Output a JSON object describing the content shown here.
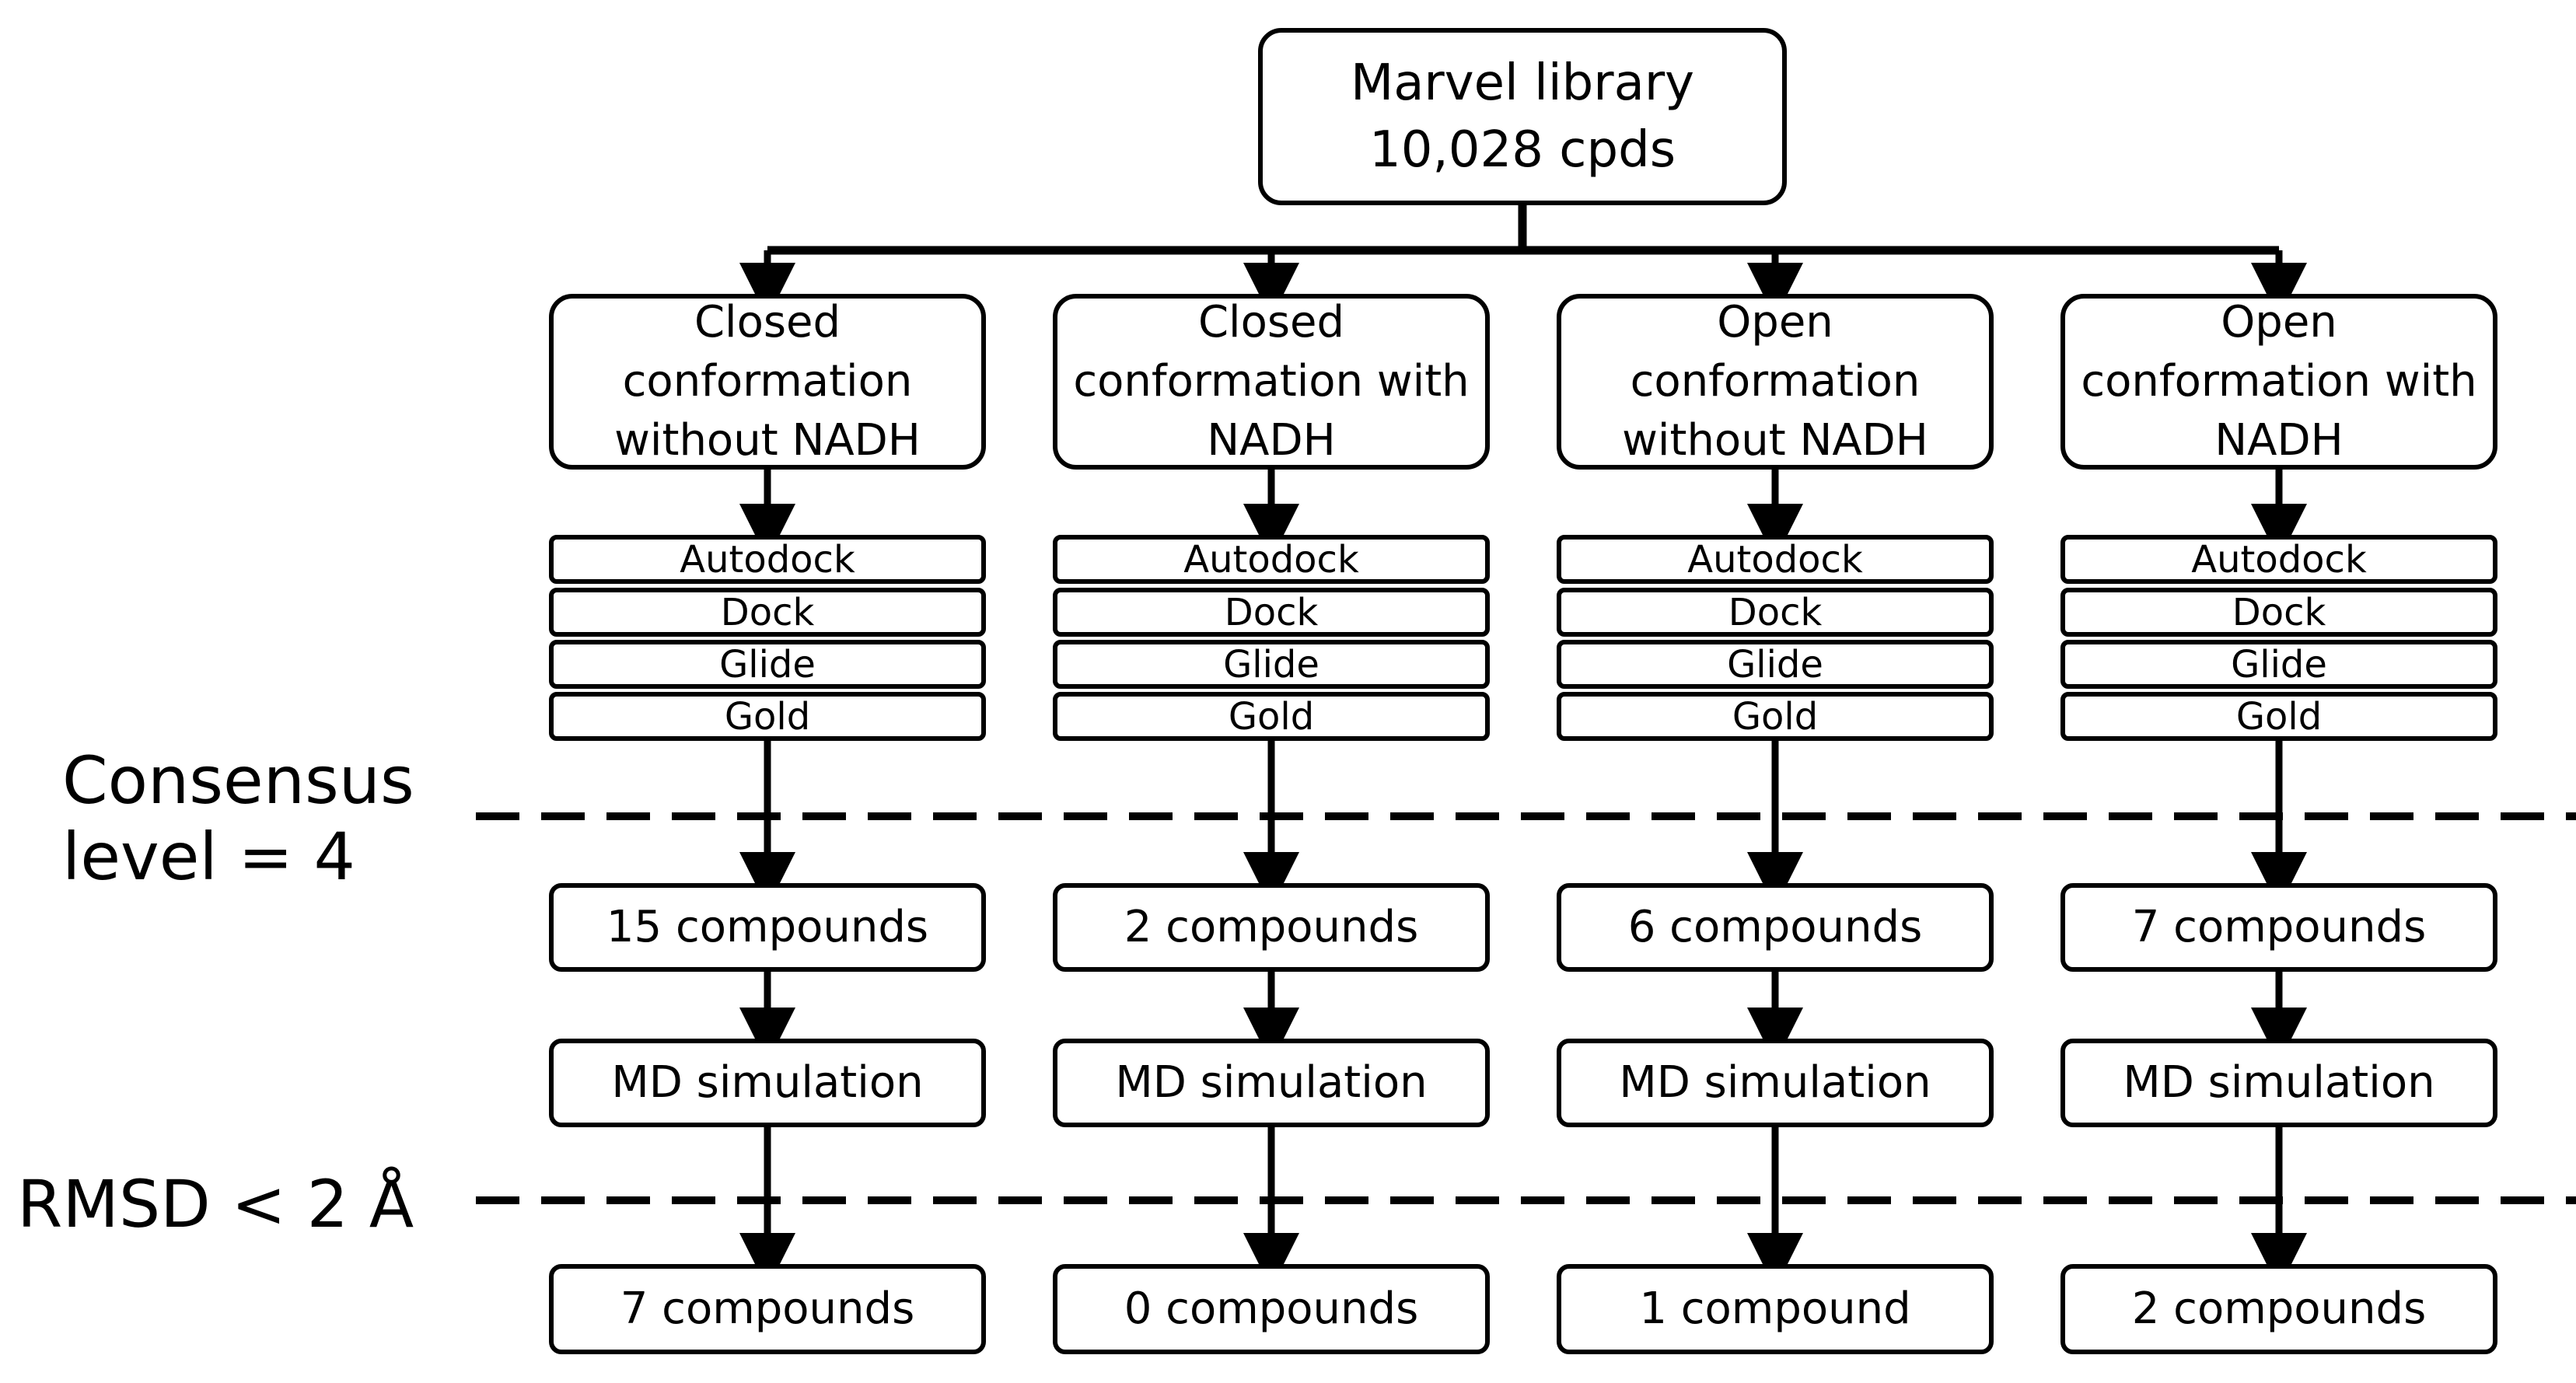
{
  "root": {
    "line1": "Marvel library",
    "line2": "10,028 cpds"
  },
  "conformations": [
    {
      "label": "Closed\nconformation\nwithout NADH",
      "hits": "15 compounds",
      "md": "MD simulation",
      "final": "7 compounds"
    },
    {
      "label": "Closed\nconformation with\nNADH",
      "hits": "2 compounds",
      "md": "MD simulation",
      "final": "0 compounds"
    },
    {
      "label": "Open\nconformation\nwithout NADH",
      "hits": "6 compounds",
      "md": "MD simulation",
      "final": "1 compound"
    },
    {
      "label": "Open\nconformation with\nNADH",
      "hits": "7 compounds",
      "md": "MD simulation",
      "final": "2 compounds"
    }
  ],
  "programs": [
    "Autodock",
    "Dock",
    "Glide",
    "Gold"
  ],
  "thresholds": {
    "consensus": "Consensus\nlevel = 4",
    "rmsd": "RMSD < 2 Å"
  }
}
